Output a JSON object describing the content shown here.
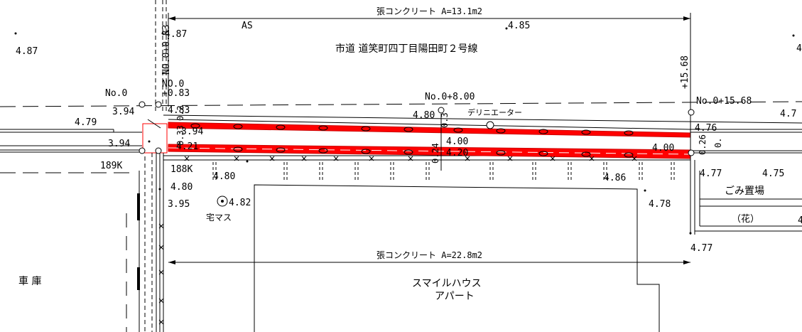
{
  "titles": {
    "road_name": "市道 道笑町四丁目陽田町２号線",
    "pavement": "AS",
    "building_name": "スマイルハウス",
    "building_type": "アパート",
    "garage": "車 庫",
    "garbage_area": "ごみ置場",
    "flower": "（花）",
    "house_box": "宅マス",
    "delineator": "デリニエーター"
  },
  "areas": {
    "top": "張コンクリート A=13.1m2",
    "bottom": "張コンクリート A=22.8m2"
  },
  "stations": {
    "no0": "No.0",
    "no0_vertical": "NO.0",
    "no0_plus_083_vertical": "NO.0+0.83",
    "plus_083": "+0.83",
    "no0_plus_800": "No.0+8.00",
    "no0_plus_1568": "No.0+15.68",
    "plus_1568_vertical": "+15.68"
  },
  "benchmarks": {
    "k189": "189K",
    "k188": "188K"
  },
  "elevations": {
    "e487_left": "4.87",
    "e487_mid": "4.87",
    "e485": "4.85",
    "e4_right_top": "4",
    "e479": "4.79",
    "e394_a": "3.94",
    "e394_b": "3.94",
    "e483": "4.83",
    "e480_top": "4.80",
    "e400_mid": "4.00",
    "e420_mid": "4.20",
    "e480_low": "4.80",
    "e480_side": "4.80",
    "e395": "3.95",
    "e482": "4.82",
    "e486": "4.86",
    "e478": "4.78",
    "e477_a": "4.77",
    "e477_b": "4.77",
    "e475": "4.75",
    "e4_right_mid": "4",
    "e476": "4.76",
    "e400_right": "4.00",
    "e421": "4.21",
    "e394_small": "3.94",
    "e47_right": "4.7"
  },
  "widths": {
    "w026": "0.26",
    "w024": "0.24",
    "w03": "0.3",
    "w02": "0.2",
    "w033": "0.33",
    "w0_right": "0."
  },
  "colors": {
    "line": "#000000",
    "red_fill": "#ff0000",
    "red_edge": "#cc0000"
  }
}
